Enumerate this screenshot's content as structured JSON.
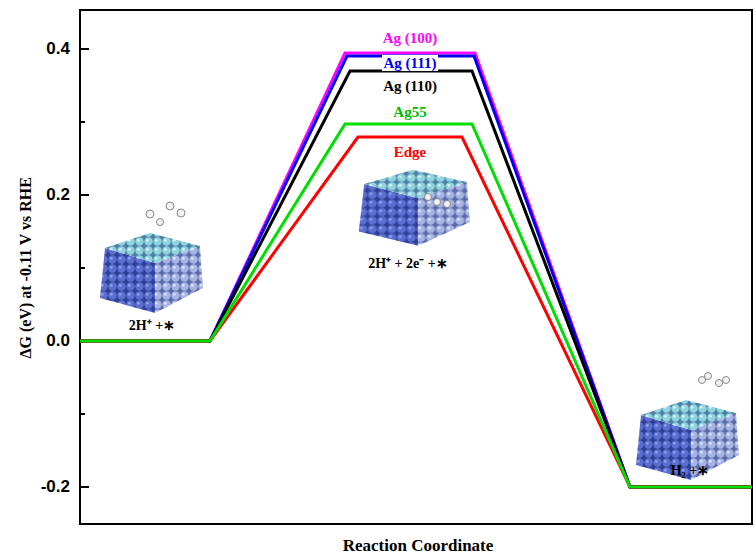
{
  "diagram": {
    "labels": [
      "0.4",
      "0.2",
      "0.0",
      "-0.2",
      "ΔG (eV) at -0.11 V vs RHE",
      "Reaction Coordinate",
      "Ag (100)",
      "Ag (111)",
      "Ag (110)",
      "Ag55",
      "Edge",
      "2H⁺ +∗",
      "2H⁺ + 2e⁻ +∗",
      "H₂ +∗"
    ]
  }
}
